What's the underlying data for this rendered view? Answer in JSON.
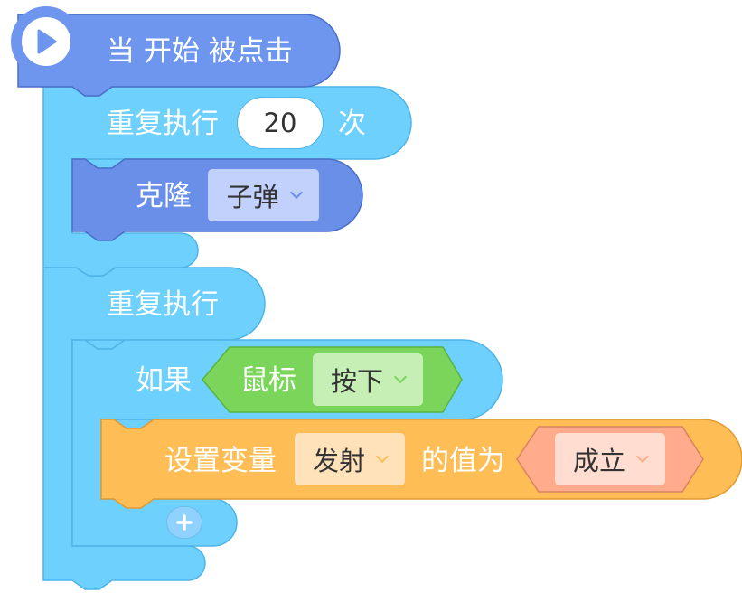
{
  "colors": {
    "event_block": "#6e96ee",
    "control_block": "#6dd0fd",
    "clone_block": "#6a8fe9",
    "sensing_block": "#7ad55a",
    "variable_block": "#ffbd55",
    "operator_value": "#ffab8c"
  },
  "event": {
    "label": "当 开始 被点击",
    "icon": "play-icon"
  },
  "repeat_block": {
    "label": "重复执行",
    "count": "20",
    "suffix": "次"
  },
  "clone_block": {
    "label": "克隆",
    "target": "子弹"
  },
  "forever_block": {
    "label": "重复执行"
  },
  "if_block": {
    "label": "如果",
    "sensor_label": "鼠标",
    "sensor_option": "按下"
  },
  "set_variable_block": {
    "label": "设置变量",
    "variable": "发射",
    "middle": "的值为",
    "value": "成立"
  },
  "add_button": {
    "icon": "plus-icon"
  }
}
